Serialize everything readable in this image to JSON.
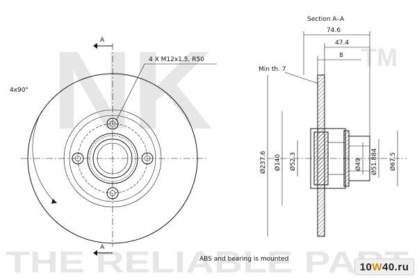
{
  "watermark": {
    "brand": "NK",
    "tm": "TM",
    "slogan": "THE RELIABLE PART"
  },
  "front_view": {
    "angle_label": "4x90°",
    "thread_label": "4 X M12x1.5, R50",
    "section_mark_top": "A",
    "section_mark_bottom": "A"
  },
  "section_view": {
    "title": "Section A–A",
    "dim_total_width": "74.6",
    "dim_offset": "47.4",
    "dim_thickness": "8",
    "min_thickness_label": "Min th. 7",
    "dia_outer": "Ø237.6",
    "dia_140": "Ø140",
    "dia_52_3": "Ø52.3",
    "dia_49": "Ø49",
    "dia_51_884": "Ø51.884",
    "dia_67_5": "Ø67.5",
    "note": "ABS and bearing is mounted"
  },
  "logo": {
    "prefix": "10",
    "accent": "W",
    "suffix": "40.ru"
  },
  "colors": {
    "line": "#111111",
    "watermark": "#e6e6e6",
    "accent": "#e08a00"
  }
}
